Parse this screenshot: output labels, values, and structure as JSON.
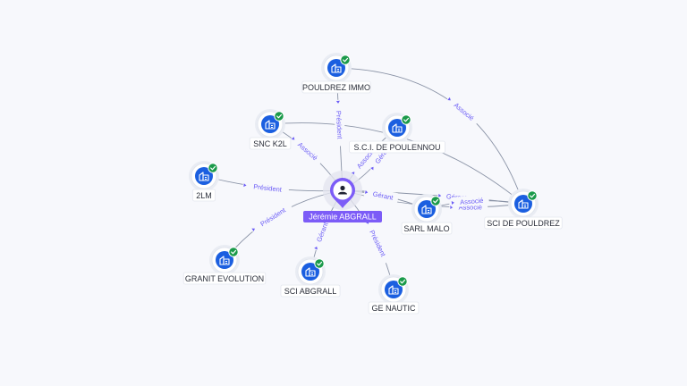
{
  "graph": {
    "center": {
      "id": "person",
      "label": "Jérémie ABGRALL",
      "icon": "person-icon",
      "color": "#7c5cf7"
    },
    "nodes": [
      {
        "id": "pouldrez-immo",
        "label": "POULDREZ IMMO",
        "icon": "company-building-icon",
        "verified": true
      },
      {
        "id": "snc-k2l",
        "label": "SNC K2L",
        "icon": "company-building-icon",
        "verified": true
      },
      {
        "id": "sci-poulennou",
        "label": "S.C.I. DE POULENNOU",
        "icon": "company-building-icon",
        "verified": true
      },
      {
        "id": "2lm",
        "label": "2LM",
        "icon": "company-building-icon",
        "verified": true
      },
      {
        "id": "sarl-malo",
        "label": "SARL MALO",
        "icon": "company-building-icon",
        "verified": true
      },
      {
        "id": "sci-pouldrez",
        "label": "SCI DE POULDREZ",
        "icon": "company-building-icon",
        "verified": true
      },
      {
        "id": "granit-evolution",
        "label": "GRANIT EVOLUTION",
        "icon": "company-building-icon",
        "verified": true
      },
      {
        "id": "sci-abgrall",
        "label": "SCI ABGRALL",
        "icon": "company-building-icon",
        "verified": true
      },
      {
        "id": "ge-nautic",
        "label": "GE NAUTIC",
        "icon": "company-building-icon",
        "verified": true
      }
    ],
    "edges": [
      {
        "from": "person",
        "to": "pouldrez-immo",
        "label": "Président"
      },
      {
        "from": "person",
        "to": "snc-k2l",
        "label": "Associé"
      },
      {
        "from": "person",
        "to": "sci-poulennou",
        "label": "Associé"
      },
      {
        "from": "person",
        "to": "sci-poulennou",
        "label": "Gérant"
      },
      {
        "from": "person",
        "to": "2lm",
        "label": "Président"
      },
      {
        "from": "person",
        "to": "sarl-malo",
        "label": "Gérant"
      },
      {
        "from": "person",
        "to": "sci-pouldrez",
        "label": "Gérant"
      },
      {
        "from": "person",
        "to": "sci-pouldrez",
        "label": "Associé"
      },
      {
        "from": "person",
        "to": "granit-evolution",
        "label": "Président"
      },
      {
        "from": "person",
        "to": "sci-abgrall",
        "label": "Gérant"
      },
      {
        "from": "person",
        "to": "ge-nautic",
        "label": "Président"
      },
      {
        "from": "pouldrez-immo",
        "to": "sci-pouldrez",
        "label": "Associé"
      },
      {
        "from": "snc-k2l",
        "to": "sci-pouldrez",
        "label": ""
      },
      {
        "from": "sarl-malo",
        "to": "sci-pouldrez",
        "label": "Associé"
      }
    ],
    "colors": {
      "company_icon": "#1b5fe0",
      "verified_badge": "#1a9a4a",
      "edge": "#8a93a6",
      "edge_label": "#6b5cf6",
      "background": "#f7f8fc"
    }
  }
}
